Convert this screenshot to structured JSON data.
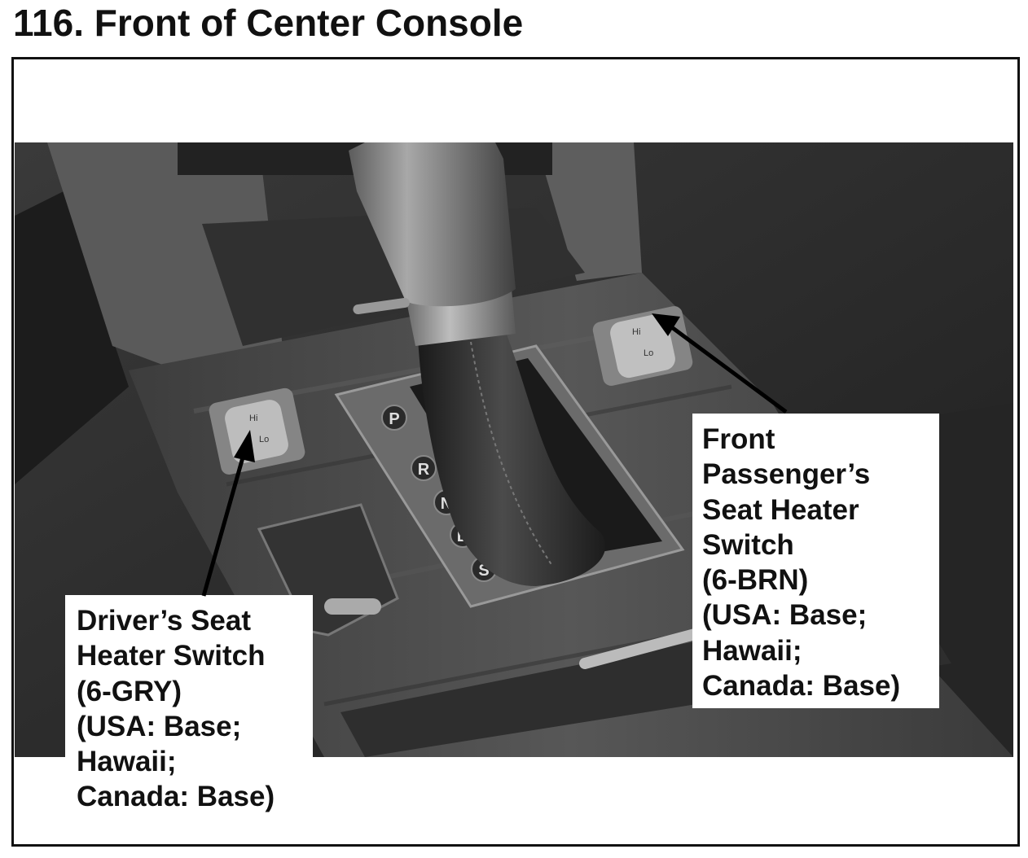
{
  "title": "116. Front of Center Console",
  "photo": {
    "gear_labels": [
      "P",
      "R",
      "N",
      "D",
      "S"
    ],
    "switch_labels": {
      "hi": "Hi",
      "lo": "Lo"
    }
  },
  "callouts": {
    "driver": {
      "lines": [
        "Driver’s Seat",
        "Heater Switch",
        "(6-GRY)",
        "(USA: Base;",
        "Hawaii;",
        "Canada: Base)"
      ]
    },
    "passenger": {
      "lines": [
        "Front",
        "Passenger’s",
        "Seat Heater",
        "Switch",
        "(6-BRN)",
        "(USA: Base;",
        "Hawaii;",
        "Canada: Base)"
      ]
    }
  },
  "colors": {
    "frame": "#111111",
    "photo_dark": "#2b2b2b",
    "wood": "#4a4a4a"
  }
}
